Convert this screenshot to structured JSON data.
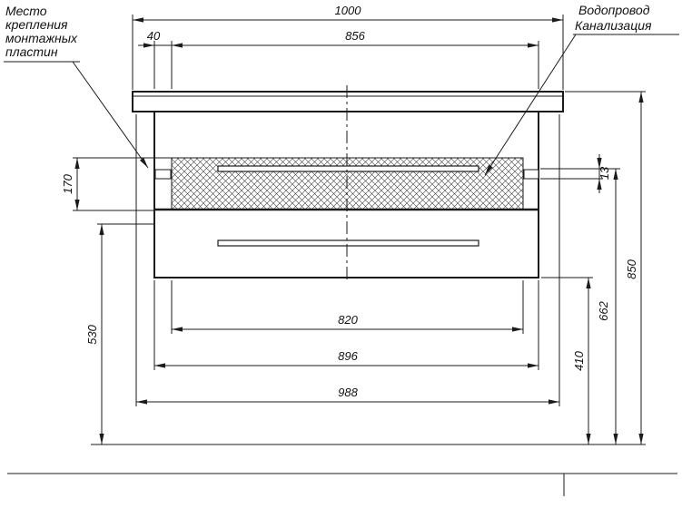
{
  "labels": {
    "mounting": [
      "Место",
      "крепления",
      "монтажных",
      "пластин"
    ],
    "water": "Водопровод",
    "sewer": "Канализация"
  },
  "dims": {
    "d1000": "1000",
    "d856": "856",
    "d40": "40",
    "d170": "170",
    "d530": "530",
    "d13": "13",
    "d662": "662",
    "d850": "850",
    "d410": "410",
    "d820": "820",
    "d896": "896",
    "d988": "988"
  },
  "colors": {
    "line": "#1b1b1b",
    "background": "#ffffff",
    "hatch": "#3f3f3f"
  }
}
